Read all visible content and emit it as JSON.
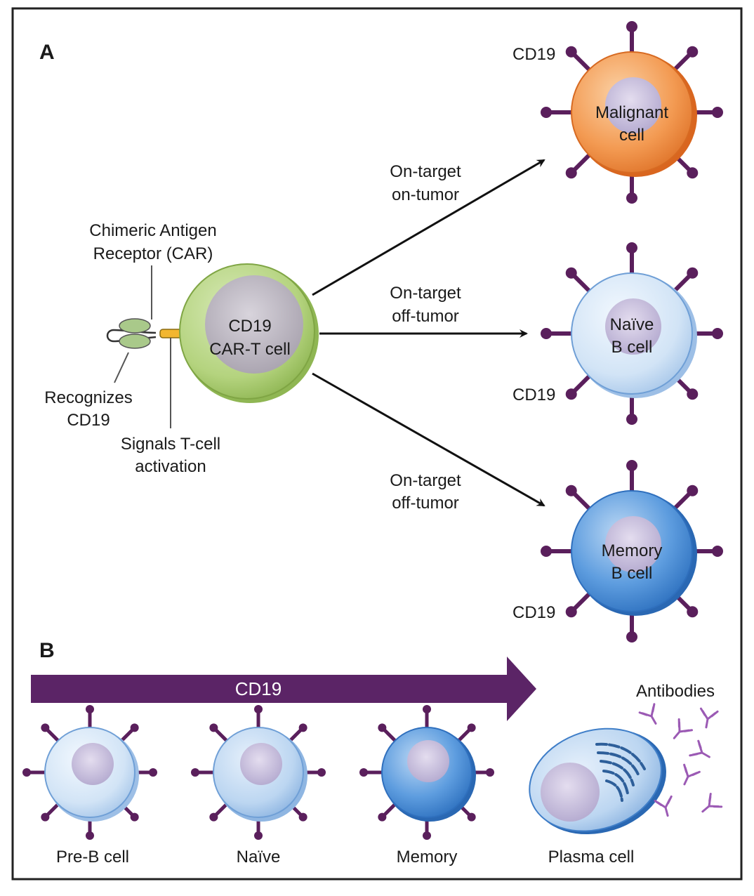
{
  "panel_a": {
    "label": "A",
    "car_label_line1": "Chimeric Antigen",
    "car_label_line2": "Receptor (CAR)",
    "recognizes_line1": "Recognizes",
    "recognizes_line2": "CD19",
    "signals_line1": "Signals T-cell",
    "signals_line1_b": "activation",
    "car_t_line1": "CD19",
    "car_t_line2": "CAR-T cell",
    "arrow1_line1": "On-target",
    "arrow1_line2": "on-tumor",
    "arrow2_line1": "On-target",
    "arrow2_line2": "off-tumor",
    "arrow3_line1": "On-target",
    "arrow3_line2": "off-tumor",
    "malignant_line1": "Malignant",
    "malignant_line2": "cell",
    "naive_line1": "Naïve",
    "naive_line2": "B cell",
    "memory_line1": "Memory",
    "memory_line2": "B cell",
    "cd19_label_1": "CD19",
    "cd19_label_2": "CD19",
    "cd19_label_3": "CD19"
  },
  "panel_b": {
    "label": "B",
    "arrow_label": "CD19",
    "antibodies_label": "Antibodies",
    "cells": [
      "Pre-B cell",
      "Naïve",
      "Memory",
      "Plasma cell"
    ]
  },
  "colors": {
    "receptor": "#5a1f5c",
    "arrow_bar": "#5b2466",
    "car_t_cell": "#a8cc6e",
    "malignant_cell": "#f08a3c",
    "naive_cell": "#cfe1f5",
    "memory_cell": "#4c8fd6",
    "antibody": "#9b5ab4"
  }
}
